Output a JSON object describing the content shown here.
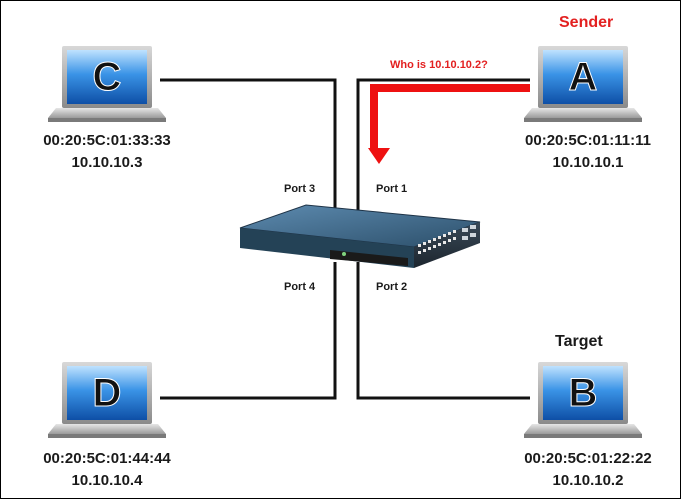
{
  "hosts": {
    "a": {
      "letter": "A",
      "mac": "00:20:5C:01:11:11",
      "ip": "10.10.10.1",
      "role": "Sender"
    },
    "b": {
      "letter": "B",
      "mac": "00:20:5C:01:22:22",
      "ip": "10.10.10.2",
      "role": "Target"
    },
    "c": {
      "letter": "C",
      "mac": "00:20:5C:01:33:33",
      "ip": "10.10.10.3"
    },
    "d": {
      "letter": "D",
      "mac": "00:20:5C:01:44:44",
      "ip": "10.10.10.4"
    }
  },
  "ports": {
    "p1": "Port 1",
    "p2": "Port 2",
    "p3": "Port 3",
    "p4": "Port 4"
  },
  "arp_question": "Who is 10.10.10.2?",
  "colors": {
    "sender": "#e32020",
    "arrow": "#ee1111",
    "text": "#1a1a1a",
    "screen": "#1e78d6",
    "switch": "#2c4f6a"
  }
}
